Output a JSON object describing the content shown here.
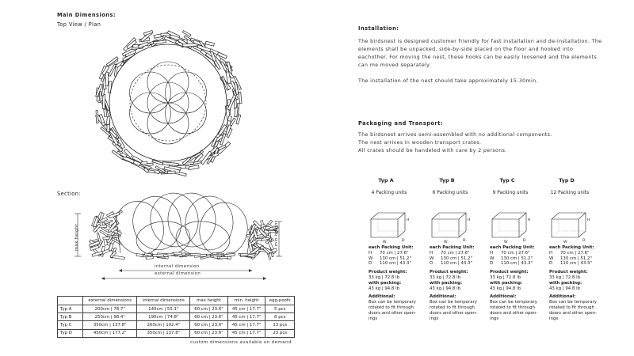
{
  "left": {
    "main_dimensions": "Main Dimensions:",
    "top_view": "Top View / Plan",
    "section": "Section:",
    "max_height": "max height",
    "min_height": "min height",
    "internal_dimension": "internal dimension",
    "external_dimension": "external dimension",
    "table": {
      "headers": [
        "",
        "external dimensions",
        "internal dimensions",
        "max height",
        "min. height",
        "egg-poofs"
      ],
      "rows": [
        [
          "Typ A",
          "200cm | 78.7\"",
          "140cm | 55.1\"",
          "60 cm | 23.6\"",
          "45 cm | 17.7\"",
          "5 pcs"
        ],
        [
          "Typ B",
          "250cm | 98.4\"",
          "190cm | 74.8\"",
          "60 cm | 23.6\"",
          "45 cm | 17.7\"",
          "8 pcs"
        ],
        [
          "Typ C",
          "350cm | 137.8\"",
          "260cm | 102.4\"",
          "60 cm | 23.6\"",
          "45 cm | 17.7\"",
          "13 pcs"
        ],
        [
          "Typ D",
          "450cm | 177.2\"",
          "350cm | 137.8\"",
          "60 cm | 23.6\"",
          "45 cm | 17.7\"",
          "23 pcs"
        ]
      ]
    },
    "custom_note": "custom dimensions available on demand"
  },
  "installation": {
    "heading": "Installation:",
    "p1": "The birdsnest is designed customer friendly for fast installation and de-installation. The elements shall be unpacked, side-by-side placed on the floor and hooked into eachother. For moving the nest, these hooks can be easily loosened and the elements can me moved separately.",
    "p2": "The installation of the nest should take approximately 15-30min."
  },
  "packaging": {
    "heading": "Packaging and Transport:",
    "p1": "The birdsnest arrives semi-assembled with no additional components.",
    "p2": "The nest arrives in wooden transport crates.",
    "p3": "All crates should be handeled with care by 2 persons."
  },
  "box_labels": {
    "h": "H",
    "w": "W",
    "d": "D"
  },
  "packs": [
    {
      "title": "Typ A",
      "units": "4 Packing units",
      "each_label": "each Packing Unit:",
      "h_key": "H",
      "h_val": "70 cm | 27.6\"",
      "w_key": "W",
      "w_val": "130 cm | 51.2\"",
      "d_key": "D",
      "d_val": "110 cm | 43.3\"",
      "weight_label": "Product weight:",
      "weight": "33 kg | 72.8 lb",
      "with_label": "with packing:",
      "with": "43 kg | 94.8 lb",
      "add_label": "Additional:",
      "add1": "Box can be temporary",
      "add2": "rotated to fit through",
      "add3": "doors and other open-",
      "add4": "ings"
    },
    {
      "title": "Typ B",
      "units": "6 Packing units",
      "each_label": "each Packing Unit:",
      "h_key": "H",
      "h_val": "70 cm | 27.6\"",
      "w_key": "W",
      "w_val": "130 cm | 51.2\"",
      "d_key": "D",
      "d_val": "110 cm | 43.3\"",
      "weight_label": "Product weight:",
      "weight": "33 kg | 72.8 lb",
      "with_label": "with packing:",
      "with": "43 kg | 94.8 lb",
      "add_label": "Additional:",
      "add1": "Box can be temporary",
      "add2": "rotated to fit through",
      "add3": "doors and other open-",
      "add4": "ings"
    },
    {
      "title": "Typ C",
      "units": "9 Packing units",
      "each_label": "each Packing Unit:",
      "h_key": "H",
      "h_val": "70 cm | 27.6\"",
      "w_key": "W",
      "w_val": "130 cm | 51.2\"",
      "d_key": "D",
      "d_val": "110 cm | 43.3\"",
      "weight_label": "Product weight:",
      "weight": "33 kg | 72.8 lb",
      "with_label": "with packing:",
      "with": "43 kg | 94.8 lb",
      "add_label": "Additional:",
      "add1": "Box can be temporary",
      "add2": "rotated to fit through",
      "add3": "doors and other open-",
      "add4": "ings"
    },
    {
      "title": "Typ D",
      "units": "12 Packing units",
      "each_label": "each Packing Unit:",
      "h_key": "H",
      "h_val": "70 cm | 27.6\"",
      "w_key": "W",
      "w_val": "130 cm | 51.2\"",
      "d_key": "D",
      "d_val": "110 cm | 43.3\"",
      "weight_label": "Product weight:",
      "weight": "33 kg | 72.8 lb",
      "with_label": "with packing:",
      "with": "43 kg | 94.8 lb",
      "add_label": "Additional:",
      "add1": "Box can be temporary",
      "add2": "rotated to fit through",
      "add3": "doors and other open-",
      "add4": "ings"
    }
  ]
}
